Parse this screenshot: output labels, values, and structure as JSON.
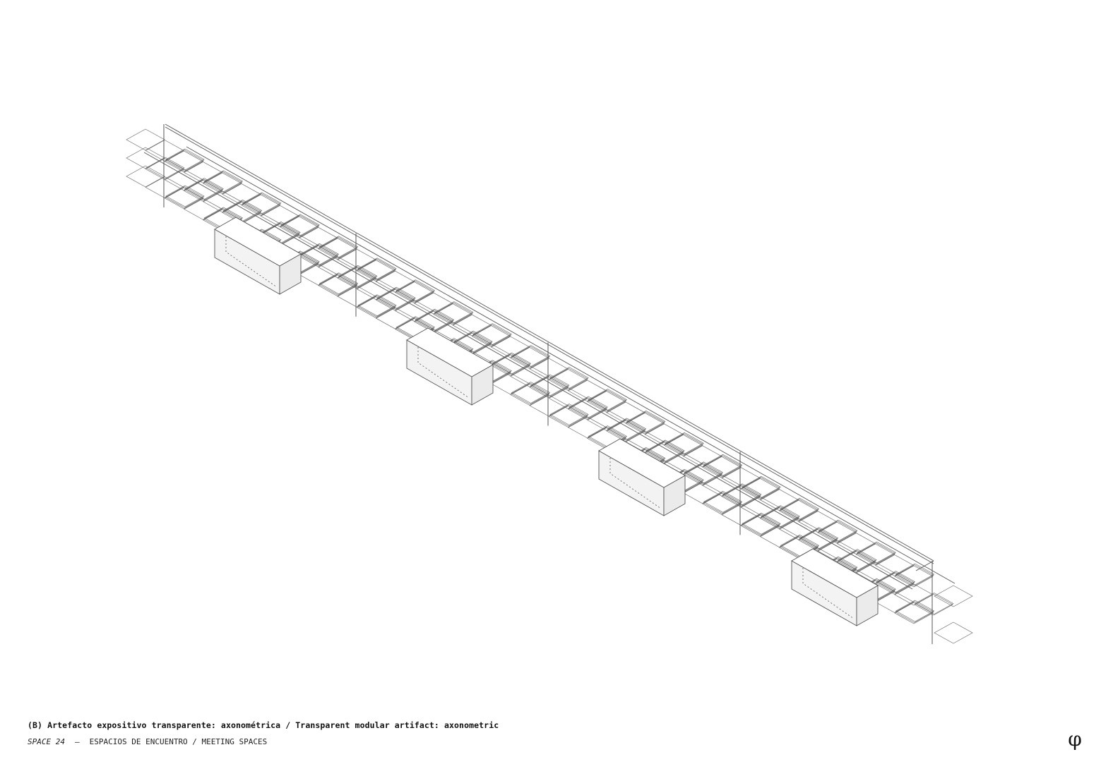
{
  "figure": {
    "caption": "(B) Artefacto expositivo transparente: axonométrica / Transparent modular artifact: axonometric",
    "series": "SPACE 24",
    "separator": "—",
    "section": "ESPACIOS DE ENCUENTRO / MEETING SPACES",
    "logo": "φ"
  },
  "drawing": {
    "view": "axonometric",
    "modular_panels_per_tier": 41,
    "panel_tiers": 3,
    "base_blocks": 4,
    "vertical_frames": 5,
    "line_color": "#555555",
    "block_fill": "#f3f3f3"
  }
}
